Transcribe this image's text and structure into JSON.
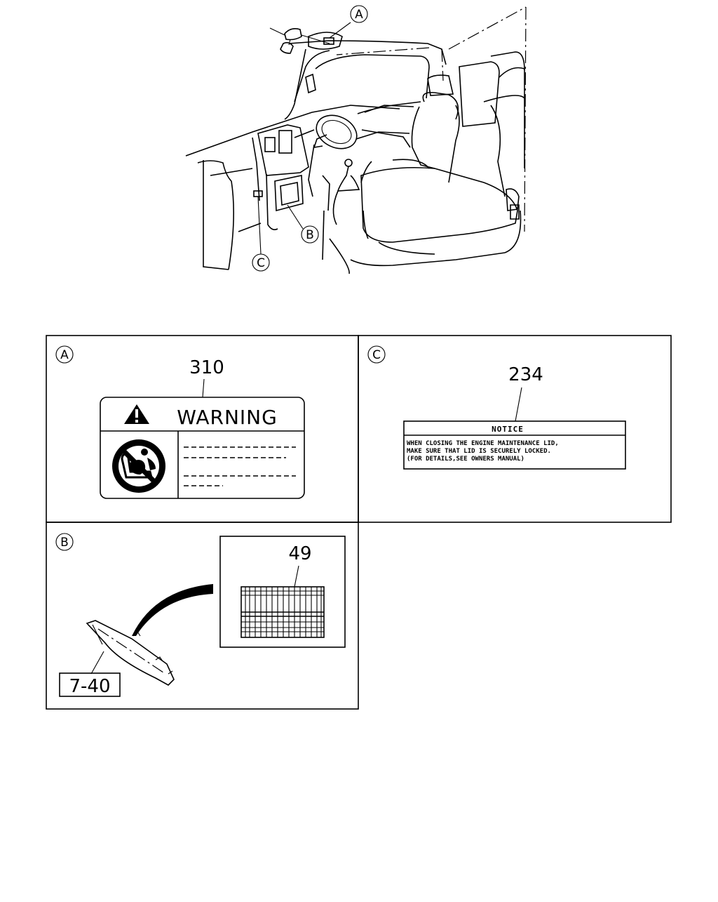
{
  "callouts": {
    "a": "A",
    "b": "B",
    "c": "C"
  },
  "panel_a": {
    "letter": "A",
    "part_number": "310",
    "warning_title": "WARNING",
    "icon": "no-child-seat-airbag-icon"
  },
  "panel_c": {
    "letter": "C",
    "part_number": "234",
    "notice_title": "NOTICE",
    "notice_line1": "WHEN CLOSING THE ENGINE MAINTENANCE LID,",
    "notice_line2": "MAKE SURE THAT LID IS SECURELY LOCKED.",
    "notice_line3": "(FOR DETAILS,SEE OWNERS MANUAL)"
  },
  "panel_b": {
    "letter": "B",
    "part_number": "49",
    "ref_code": "7-40"
  }
}
